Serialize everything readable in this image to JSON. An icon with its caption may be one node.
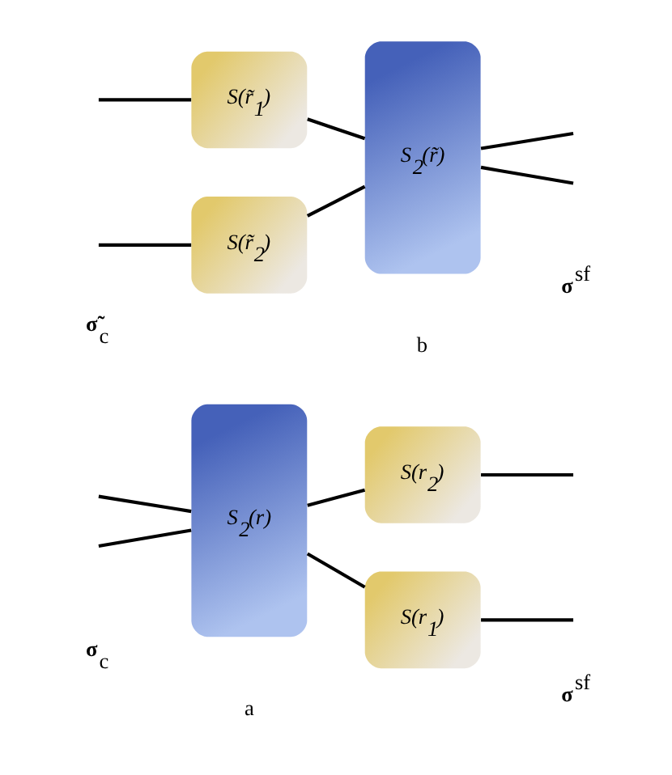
{
  "diagram": {
    "nodes": [
      {
        "text": [
          "S$_{2}$(r)"
        ]
      },
      {
        "text": [
          "S(r$_{1}$)"
        ]
      },
      {
        "text": [
          "S(r$_{2}$)"
        ]
      },
      {
        "text": [
          "S(r̃$_{1}$)"
        ]
      },
      {
        "text": [
          "S(r̃$_{2}$)"
        ]
      },
      {
        "text": [
          "S$_{2}$(r̃)"
        ]
      }
    ],
    "edges": [
      {
        "from": null,
        "to": 0,
        "arrow": "none"
      },
      {
        "from": null,
        "to": 0,
        "arrow": "none"
      },
      {
        "from": 0,
        "to": 1,
        "arrow": "none"
      },
      {
        "from": 0,
        "to": 2,
        "arrow": "none"
      },
      {
        "from": 1,
        "to": null,
        "arrow": "none"
      },
      {
        "from": 2,
        "to": null,
        "arrow": "none"
      },
      {
        "from": null,
        "to": 3,
        "arrow": "none"
      },
      {
        "from": null,
        "to": 4,
        "arrow": "none"
      },
      {
        "from": 3,
        "to": 5,
        "arrow": "none"
      },
      {
        "from": 4,
        "to": 5,
        "arrow": "none"
      },
      {
        "from": 5,
        "to": null,
        "arrow": "none"
      },
      {
        "from": 5,
        "to": null,
        "arrow": "none"
      }
    ],
    "labels": [
      "**σ**$_{c}$",
      "**σ**$^{sf}$",
      "a",
      "**σ̃**$_{c}$",
      "**σ**$^{sf}$",
      "b"
    ]
  }
}
